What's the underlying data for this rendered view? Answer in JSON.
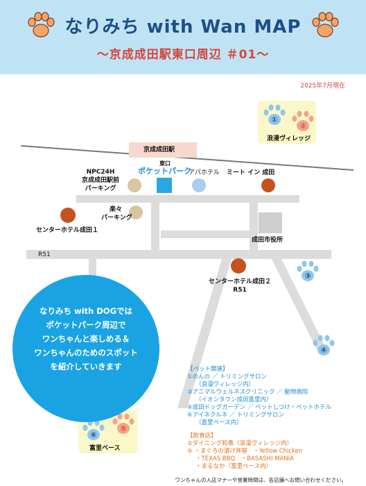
{
  "header": {
    "title": "なりみち with Wan MAP",
    "subtitle": "〜京成成田駅東口周辺 ＃01〜"
  },
  "date": "2025年7月現在",
  "map": {
    "station": "京成成田駅",
    "east_exit": "東口",
    "pocket_park": "ポケットパーク",
    "apa_hotel": "アパホテル",
    "npc_parking": [
      "NPC24H",
      "京成成田駅前",
      "パーキング"
    ],
    "meat_inn": "ミート イン 成田",
    "raku_parking": [
      "楽々",
      "パーキング"
    ],
    "center_hotel_1": "センターホテル成田１",
    "city_hall": "成田市役所",
    "r51_left": "R51",
    "center_hotel_2": [
      "センターホテル成田２",
      "R51"
    ],
    "area_urawa": "浪漫ヴィレッジ",
    "area_fuji": "富里ベース",
    "paw_numbers": [
      "①",
      "②",
      "③",
      "④",
      "⑤",
      "⑥"
    ]
  },
  "promo": [
    "なりみち with DOGでは",
    "ポケットパーク周辺で",
    "ワンちゃんと楽しめる＆",
    "ワンちゃんのためのスポット",
    "を紹介していきます"
  ],
  "pet_list": {
    "heading": "【ペット関連】",
    "items": [
      "①のんの ／ トリミングサロン",
      "（浪漫ヴィレッジ内）",
      "③アニマルウェルネスクリニック ／ 動物病院",
      "（イオンタウン成田富里内）",
      "④成田ドッグガーデン ／ ペットしつけ・ペットホテル",
      "⑥アイネクルネ ／ トリミングサロン",
      "（富里ベース内）"
    ]
  },
  "food_list": {
    "heading": "【飲食店】",
    "items": [
      "②ダイニング和香（浪漫ヴィレッジ内）",
      "⑤ ・まぐろの漬け丼屋　・Yellow Chicken",
      "・TEXAS BBQ　・BASASHI MANIA",
      "・まるなか（富里ベース内）"
    ]
  },
  "footer": "ワンちゃんの入店マナーや営業時間は、各店舗へお問い合わせください。",
  "colors": {
    "header_bg": "#bfe3f5",
    "title": "#1f4e86",
    "accent_red": "#d6463c",
    "paw_orange": "#f2a56a",
    "paw_blue": "#8fc6ee",
    "brown_pin": "#c4531f",
    "beige_pin": "#d8c6a0",
    "promo_circle": "#1aa3e3"
  }
}
